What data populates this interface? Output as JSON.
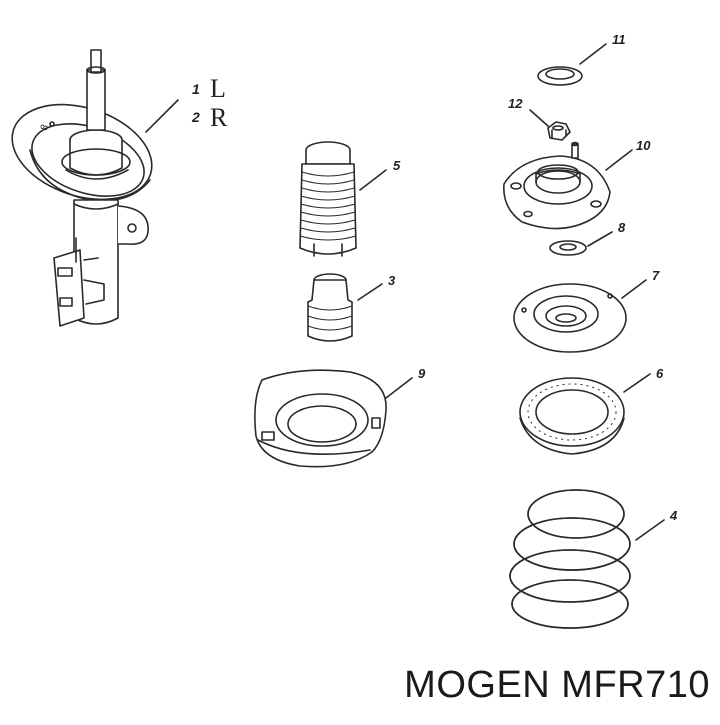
{
  "legend": {
    "items": [
      {
        "number": "1",
        "letter": "L"
      },
      {
        "number": "2",
        "letter": "R"
      }
    ]
  },
  "strut_stamp": "8",
  "callouts": [
    "5",
    "3",
    "9",
    "11",
    "12",
    "10",
    "8",
    "7",
    "6",
    "4"
  ],
  "caption": "MOGEN MFR710"
}
